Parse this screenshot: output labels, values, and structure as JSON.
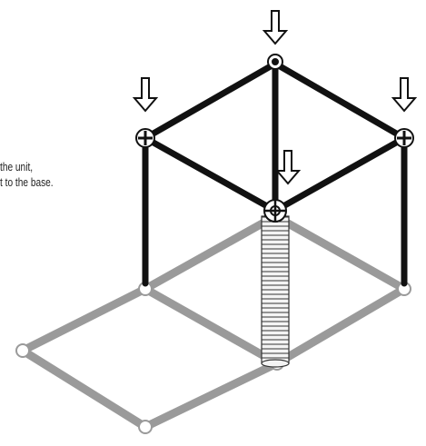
{
  "instruction": {
    "line1": "the unit,",
    "line2": "t to the base."
  },
  "colors": {
    "frame_upper": "#111111",
    "frame_base": "#9a9a9a",
    "arrow_stroke": "#111111",
    "spring": "#cfcfcf"
  },
  "icons": {
    "press_arrow": "down-arrow-outline-icon",
    "connector": "joint-connector-icon",
    "spring": "coil-spring-icon"
  },
  "arrows_count": 4
}
